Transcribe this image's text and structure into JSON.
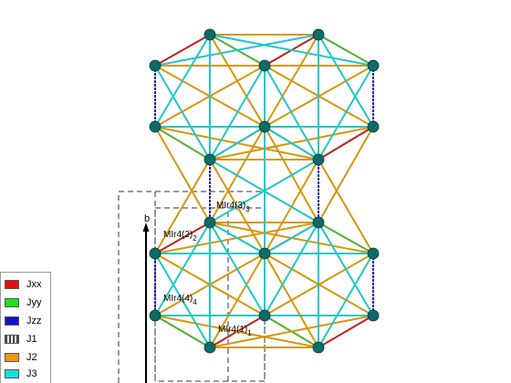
{
  "axis": {
    "b_label": "b"
  },
  "atom_labels": [
    {
      "base": "MIr4(3)",
      "sub": "3"
    },
    {
      "base": "MIr4(2)",
      "sub": "2"
    },
    {
      "base": "MIr4(4)",
      "sub": "4"
    },
    {
      "base": "MIr4(1)",
      "sub": "1"
    }
  ],
  "legend": {
    "items": [
      {
        "label": "Jxx",
        "color": "#e01010",
        "style": "solid"
      },
      {
        "label": "Jyy",
        "color": "#20e020",
        "style": "solid"
      },
      {
        "label": "Jzz",
        "color": "#1010d0",
        "style": "solid"
      },
      {
        "label": "J1",
        "color": "#444444",
        "style": "striped"
      },
      {
        "label": "J2",
        "color": "#e89a10",
        "style": "solid"
      },
      {
        "label": "J3",
        "color": "#10e0e0",
        "style": "solid"
      }
    ]
  },
  "colors": {
    "atom": "#0e6b66",
    "bond_red": "#c02020",
    "bond_green": "#50b030",
    "bond_blue": "#2020b0",
    "bond_orange": "#d8960c",
    "bond_cyan": "#20c8c8",
    "cell_outline": "#333333"
  }
}
